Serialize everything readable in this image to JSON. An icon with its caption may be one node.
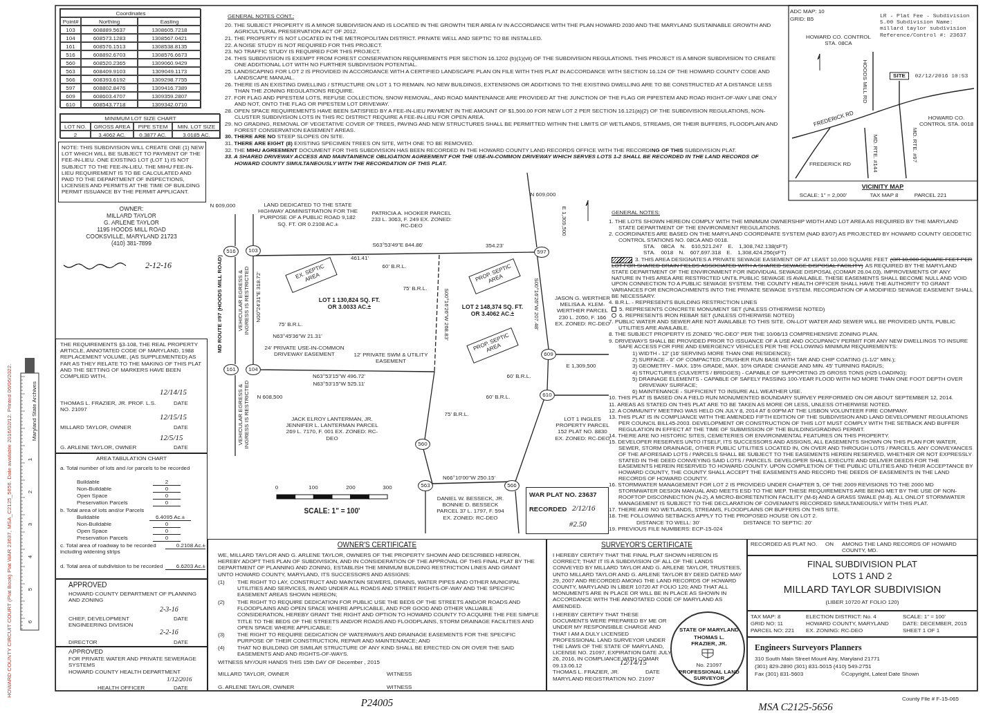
{
  "diagram": {
    "nodes": [
      {
        "text": [
          "Coordinates",
          "Point#",
          "Northing",
          "Easting",
          "103",
          "608889.5637",
          "1308605.7218",
          "104",
          "608573.1283",
          "1308567.0421",
          "161",
          "608576.1513",
          "1308538.8135",
          "516",
          "608892.6703",
          "1308576.6673",
          "560",
          "608520.2365",
          "1309060.9429",
          "563",
          "608409.9103",
          "1309049.1173",
          "566",
          "608393.6192",
          "1309298.7755",
          "597",
          "608802.8476",
          "1309416.7389",
          "609",
          "608603.4707",
          "1309359.2807",
          "610",
          "608543.7718",
          "1309342.0710"
        ]
      },
      {
        "text": [
          "MINIMUM LOT SIZE CHART",
          "LOT NO.",
          "GROSS AREA",
          "PIPE STEM",
          "MIN. LOT SIZE",
          "2",
          "3.4062 AC.",
          "0.3877 AC.",
          "3.0185 AC."
        ]
      },
      {
        "text": [
          "EX. SEPTIC AREA"
        ]
      },
      {
        "text": [
          "PROP. SEPTIC AREA"
        ]
      },
      {
        "text": [
          "PROP. SEPTIC AREA"
        ]
      },
      {
        "text": [
          "516"
        ]
      },
      {
        "text": [
          "103"
        ]
      },
      {
        "text": [
          "597"
        ]
      },
      {
        "text": [
          "609"
        ]
      },
      {
        "text": [
          "161"
        ]
      },
      {
        "text": [
          "104"
        ]
      },
      {
        "text": [
          "610"
        ]
      },
      {
        "text": [
          "560"
        ]
      },
      {
        "text": [
          "563"
        ]
      },
      {
        "text": [
          "566"
        ]
      },
      {
        "text": [
          "WAR PLAT NO. 23637",
          "RECORDED",
          "2/12/16",
          "#2.50"
        ]
      },
      {
        "text": [
          "NOTE: THIS SUBDIVISION WILL CREATE ONE (1) NEW LOT WHICH WILL BE SUBJECT TO PAYMENT OF THE FEE-IN-LIEU. ONE EXISTING LOT (LOT 1) IS NOT SUBJECT TO THE FEE-IN-LIEU. THE MIHU FEE-IN-LIEU REQUIREMENT IS TO BE CALCULATED AND PAID TO THE DEPARTMENT OF INSPECTIONS, LICENSES AND PERMITS AT THE TIME OF BUILDING PERMIT ISSUANCE BY THE PERMIT APPLICANT."
        ]
      },
      {
        "text": [
          "THE REQUIREMENTS §3-108, THE REAL PROPERTY ARTICLE, ANNOTATED CODE OF MARYLAND, 1988 REPLACEMENT VOLUME, (AS SUPPLEMENTED) AS FAR AS THEY RELATE TO THE MAKING OF THIS PLAT AND THE SETTING OF MARKERS HAVE BEEN COMPLIED WITH.",
          "12/14/15",
          "THOMAS L. FRAZIER, JR. PROF. L.S. NO. 21097",
          "DATE",
          "12/15/15",
          "MILLARD TAYLOR, OWNER",
          "DATE",
          "12/5/15",
          "G. ARLENE TAYLOR, OWNER",
          "DATE"
        ]
      },
      {
        "text": [
          "AREA TABULATION CHART",
          "a. Total number of lots and /or parcels to be recorded",
          "Buildable",
          "2",
          "Non-Buildable",
          "0",
          "Open Space",
          "0",
          "Preservation Parcels",
          "0",
          "b. Total area of lots and/or Parcels",
          "Buildable",
          "6.4095 Ac.±",
          "Non-Buildable",
          "0",
          "Open Space",
          "0",
          "Preservation Parcels",
          "0",
          "c. Total area of roadway to be recorded including widening strips",
          "0.2108 Ac.±",
          "d. Total area of subdivision to be recorded",
          "6.6203 Ac.±"
        ]
      },
      {
        "text": [
          "APPROVED",
          "HOWARD COUNTY DEPARTMENT OF PLANNING AND ZONING",
          "2-3-16",
          "CHIEF, DEVELOPMENT ENGINEERING DIVISION",
          "DATE",
          "2-2-16",
          "DIRECTOR",
          "DATE"
        ]
      },
      {
        "text": [
          "APPROVED",
          "FOR PRIVATE WATER AND PRIVATE SEWERAGE SYSTEMS",
          "HOWARD COUNTY HEALTH DEPARTMENT",
          "1/12/2016",
          "HEALTH OFFICER",
          "DATE"
        ]
      },
      {
        "text": [
          "OWNER'S CERTIFICATE",
          "WE, MILLARD TAYLOR AND G. ARLENE TAYLOR, OWNERS OF THE PROPERTY SHOWN AND DESCRIBED HEREON, HEREBY ADOPT THIS PLAN OF SUBDIVISION, AND IN CONSIDERATION OF THE APPROVAL OF THIS FINAL PLAT BY THE DEPARTMENT OF PLANNING AND ZONING, ESTABLISH THE MINIMUM BUILDING RESTRICTION LINES AND GRANT UNTO HOWARD COUNTY, MARYLAND, ITS SUCCESSORS AND ASSIGNS:",
          "(1)",
          "THE RIGHT TO LAY, CONSTRUCT AND MAINTAIN SEWERS, DRAINS, WATER PIPES AND OTHER MUNICIPAL UTILITIES AND SERVICES, IN AND UNDER ALL ROADS AND STREET RIGHTS-OF-WAY AND THE SPECIFIC EASEMENT AREAS SHOWN HEREON;",
          "(2)",
          "THE RIGHT TO REQUIRE DEDICATION FOR PUBLIC USE THE BEDS OF THE STREETS AND/OR ROADS AND FLOODPLAINS AND OPEN SPACE WHERE APPLICABLE, AND FOR GOOD AND OTHER VALUABLE CONSIDERATION, HEREBY GRANT THE RIGHT AND OPTION TO HOWARD COUNTY TO ACQUIRE THE FEE SIMPLE TITLE TO THE BEDS OF THE STREETS AND/OR ROADS AND FLOODPLAINS, STORM DRAINAGE FACILITIES AND OPEN SPACE WHERE APPLICABLE;",
          "(3)",
          "THE RIGHT TO REQUIRE DEDICATION OF WATERWAYS AND DRAINAGE EASEMENTS FOR THE SPECIFIC PURPOSE OF THEIR CONSTRUCTION, REPAIR AND MAINTENANCE; AND",
          "(4)",
          "THAT NO BUILDING OR SIMILAR STRUCTURE OF ANY KIND SHALL BE ERECTED ON OR OVER THE SAID EASEMENTS AND AND RIGHTS-OF-WAYS.",
          "WITNESS MY/OUR HANDS THIS 15th DAY OF December , 2015",
          "MILLARD TAYLOR, OWNER",
          "G. ARLENE TAYLOR, OWNER",
          "WITNESS",
          "WITNESS"
        ]
      },
      {
        "text": [
          "SURVEYOR'S CERTIFICATE",
          "I HEREBY CERTIFY THAT THE FINAL PLAT SHOWN HEREON IS CORRECT; THAT IT IS A SUBDIVISION OF ALL OF THE LANDS CONVEYED BY MILLARD TAYLOR AND G. ARLENE TAYLOR, TRUSTEES, UNTO MILLARD TAYLOR AND G. ARLENE TAYLOR BY DEED DATED MAY 29, 2007 AND RECORDED AMONG THE LAND RECORDS OF HOWARD COUNTY, MARYLAND IN LIBER 10720 AT FOLIO 120; AND THAT ALL MONUMENTS ARE IN PLACE OR WILL BE IN PLACE AS SHOWN IN ACCORDANCE WITH THE ANNOTATED CODE OF MARYLAND AS AMENDED.",
          "I HEREBY CERTIFY THAT THESE DOCUMENTS WERE PREPARED BY ME OR UNDER MY RESPONSIBLE CHARGE AND THAT I AM A DULY LICENSED PROFESSIONAL LAND SURVEYOR UNDER THE LAWS OF THE STATE OF MARYLAND, LICENSE NO. 21097, EXPIRATION DATE JULY 26, 2016, IN COMPLIANCE WITH COMAR 09.13.06.12",
          "12/14/15",
          "THOMAS L. FRAZIER, JR.",
          "MARYLAND REGISTRATION NO. 21097",
          "DATE"
        ]
      },
      {
        "text": [
          "STATE OF MARYLAND",
          "THOMAS L. FRAZIER, JR.",
          "No. 21097",
          "PROFESSIONAL LAND SURVEYOR"
        ],
        "in": 22
      },
      {
        "text": [
          "RECORDED AS PLAT NO.",
          "ON",
          "AMONG THE LAND RECORDS OF HOWARD COUNTY, MD."
        ]
      },
      {
        "text": [
          "FINAL SUBDIVISION PLAT",
          "LOTS 1 AND 2",
          "MILLARD TAYLOR SUBDIVISION",
          "(LIBER 10720 AT FOLIO 120)"
        ]
      },
      {
        "text": [
          "TAX MAP: 8",
          "GRID NO: 11",
          "PARCEL NO: 221",
          "ELECTION DISTRICT: No. 4",
          "HOWARD COUNTY, MARYLAND",
          "EX. ZONING: RC-DEO",
          "SCALE: 1\" = 100'",
          "DATE: DECEMBER, 2015",
          "SHEET 1 OF 1"
        ]
      },
      {
        "text": [
          "Engineers Surveyors Planners",
          "310 South Main Street Mount Airy, Maryland 21771",
          "(301) 829-2890 (301) 831-5015 (410) 549-2751",
          "Fax (301) 831-5603",
          "©Copyright, Latest Date Shown"
        ]
      }
    ],
    "labels": [
      "MD ROUTE #97 (HOODS MILL ROAD)",
      "LAND DEDICATED TO THE STATE HIGHWAY ADMINISTRATION FOR THE PURPOSE OF A PUBLIC ROAD 9,182 SQ. FT. OR 0.2108 AC.±",
      "PATRICIA A. HOOKER PARCEL 233 L. 3063, F. 249 EX. ZONED: RC-DEO",
      "S63°53'49\"E 844.86'",
      "461.41'",
      "354.23'",
      "LOT 1 130,824 SQ. FT. OR 3.0033 AC.±",
      "LOT 2 148,374 SQ. FT. OR 3.4062 AC.±",
      "60' B.R.L.",
      "75' B.R.L.",
      "75' B.R.L.",
      "N63°45'36\"W 21.31'",
      "24' PRIVATE USE-IN-COMMON DRIVEWAY EASEMENT",
      "12' PRIVATE SWM & UTILITY EASEMENT",
      "N63°53'15\"W 496.72'",
      "N63°53'15\"W 525.11'",
      "60' B.R.L.",
      "75' B.R.L.",
      "60' B.R.L.",
      "JASON G. WERTHER MELISA A. KLEM-WERTHER PARCEL 230 L. 2050, F. 166 EX. ZONED: RC-DEO",
      "JACK ELROY LANTERMAN, JR. JENNIFER L. LANTERMAN PARCEL 269 L. 7170, F. 001 EX. ZONED: RC-DEO",
      "LOT 1 INGLES PROPERTY PARCEL 152 PLAT NO. 8830 EX. ZONED: RC-DEO",
      "DANIEL W. BESSECK, JR. BONNIE D. BESSECK PARCEL 37 L. 1797, F. 594 EX. ZONED: RC-DEO",
      "N66°10'00\"W 250.15'",
      "S00°16'26\"W 268.83'",
      "VEHICULAR EGRESS & INGRESS IS RESTRICTED",
      "VEHICULAR EGRESS & INGRESS IS RESTRICTED",
      "N 609,000",
      "N 609,000",
      "E 1,309,500",
      "N 608,500",
      "E 1,309,500",
      "0",
      "100",
      "200",
      "300",
      "SCALE: 1\" = 100'",
      "N00°24'31\"E 318.72'",
      "S00°16'26\"W 207.48'",
      "ADC MAP: 10",
      "GRID: B5",
      "HOWARD CO. CONTROL STA. 08CA",
      "LR - Plat Fee - Subdivision 5.00 Subdivision Name: millard taylor subdivision Reference/Control #: 23637",
      "SITE",
      "02/12/2016 10:53",
      "HOODS MILL RD",
      "HOWARD CO. CONTROL STA. 0018",
      "FREDERICK RD",
      "FREDERICK RD",
      "MD. RTE. #144",
      "MD. RTE. #97",
      "VICINITY MAP",
      "SCALE: 1\" = 2,000'",
      "TAX MAP 8",
      "PARCEL 221",
      "GENERAL NOTES CONT.:",
      "20. THE SUBJECT PROPERTY IS A MINOR SUBDIVISION AND IS LOCATED IN THE GROWTH TIER AREA IV IN ACCORDANCE WITH THE PLAN HOWARD 2030 AND THE MARYLAND SUSTAINABLE GROWTH AND AGRICULTURAL PRESERVATION ACT OF 2012.",
      "21. THE PROPERTY IS NOT LOCATED IN THE METROPOLITAN DISTRICT. PRIVATE WELL AND SEPTIC TO BE INSTALLED.",
      "22. A NOISE STUDY IS NOT REQUIRED FOR THIS PROJECT.",
      "23. NO TRAFFIC STUDY IS REQUIRED FOR THIS PROJECT.",
      "24. THIS SUBDIVISION IS EXEMPT FROM FOREST CONSERVATION REQUIREMENTS PER SECTION 16.1202 (b)(1)(vii) OF THE SUBDIVISION REGULATIONS. THIS PROJECT IS A MINOR SUBDIVISION TO CREATE ONE ADDITIONAL LOT WITH NO FURTHER SUBDIVISION POTENTIAL.",
      "25. LANDSCAPING FOR LOT 2 IS PROVIDED IN ACCORDANCE WITH A CERTIFIED LANDSCAPE PLAN ON FILE WITH THIS PLAT IN ACCORDANCE WITH SECTION 16.124 OF THE HOWARD COUNTY CODE AND LANDSCAPE MANUAL.",
      "26. THERE IS AN EXISTING DWELLING / STRUCTURE ON LOT 1 TO REMAIN. NO NEW BUILDINGS, EXTENSIONS OR ADDITIONS TO THE EXISTING DWELLING ARE TO BE CONSTRUCTED AT A DISTANCE LESS THAN THE ZONING REGULATIONS REQUIRE.",
      "27. FOR FLAG AND PIPESTEM LOTS, REFUSE COLLECTION, SNOW REMOVAL, AND ROAD MAINTENANCE ARE PROVIDED AT THE JUNCTION OF THE FLAG OR PIPESTEM AND ROAD RIGHT-OF-WAY LINE ONLY AND NOT, ONTO THE FLAG OR PIPESTEM LOT DRIVEWAY.",
      "28. OPEN SPACE REQUIREMENTS HAVE BEEN SATISFIED BY A FEE-IN-LIEU PAYMENT IN THE AMOUNT OF $1,500.00 FOR NEW LOT 2 PER SECTION 16.121(a)(2) OF THE SUBDIVISION REGULATIONS, NON-CLUSTER SUBDIVISION LOTS IN THIS RC DISTRICT REQUIRE A FEE-IN-LIEU FOR OPEN AREA.",
      "29. NO GRADING, REMOVAL OF VEGETATIVE COVER OF TREES, PAVING AND NEW STRUCTURES SHALL BE PERMITTED WITHIN THE LIMITS OF WETLANDS, STREAMS, OR THEIR BUFFERS, FLOODPLAIN AND FOREST CONSERVATION EASEMENT AREAS.",
      "**30. THERE ARE NO** STEEP SLOPES ON SITE.",
      "31. **THERE ARE EIGHT (8)** EXISTING SPECIMEN TREES ON SITE, WITH ONE TO BE REMOVED.",
      "32. THE **MIHU AGREEMENT** DOCUMENT FOR THIS SUBDIVISION HAS BEEN RECORDED IN THE HOWARD COUNTY LAND RECORDS OFFICE WITH THE RECORDI**NG OF THIS** SUBDIVISION PLAT.",
      "33. A SHARED DRIVEWAY ACCESS AND MAINTAINENCE OBLIGATION AGREEMENT FOR THE USE-IN-COMMON DRIVEWAY WHICH SERVES LOTS 1-2 SHALL BE RECORDED IN THE LAND RECORDS OF HOWARD COUNTY SIMULTANEOUSLY WITH THE RECORDATION OF THIS PLAT.",
      "GENERAL NOTES:",
      "1. THE LOTS SHOWN HEREON COMPLY WITH THE MINIMUM OWNERSHIP WIDTH AND LOT AREA AS REQUIRED BY THE MARYLAND STATE DEPARTMENT OF THE ENVIRONMENT REGULATIONS.",
      "2. COORDINATES ARE BASED ON THE MARYLAND COORDINATE SYSTEM (NAD 83/07) AS PROJECTED BY HOWARD COUNTY GEODETIC CONTROL STATIONS NO. 08CA AND 0018.",
      "STA. 08CA N. 610,521.247 E. 1,308,742.138(sFT)",
      "STA. 0018 N. 607,697.318 E. 1,308,424.256(sFT)",
      "3. THIS AREA DESIGNATES A PRIVATE SEWAGE EASEMENT OF AT LEAST 10,000 SQUARE FEET",
      "(OR 10,000 SQUARE FEET PER LOT FOR SHARED DRAIN FIELDS ASSOCIATED WITH A SHARED SEWAGE DISPOSAL FACILITY)",
      "AS REQUIRED BY THE MARYLAND STATE DEPARTMENT OF THE ENVIRONMENT FOR INDIVIDUAL SEWAGE DISPOSAL (COMAR 26.04.03). IMPROVEMENTS OF ANY NATURE IN THIS AREA ARE RESTRICTED UNTIL PUBLIC SEWAGE IS AVAILABLE. THESE EASEMENTS SHALL BECOME NULL AND VOID UPON CONNECTION TO A PUBLIC SEWAGE SYSTEM. THE COUNTY HEALTH OFFICER SHALL HAVE THE AUTHORITY TO GRANT VARIANCES FOR ENCROACHMENTS INTO THE PRIVATE SEWAGE SYSTEM. RECORDATION OF A MODIFIED SEWAGE EASEMENT SHALL BE NECESSARY.",
      "4. B.R.L. - REPRESENTS BUILDING RESTRICTION LINES",
      "5. REPRESENTS CONCRETE MONUMENT SET (UNLESS OTHERWISE NOTED)",
      "6. REPRESENTS IRON REBAR SET (UNLESS OTHERWISE NOTED)",
      "7. PUBLIC WATER AND SEWER ARE NOT AVAILABLE TO THIS SITE. ON-LOT WATER AND SEWER WILL BE PROVIDED UNTIL PUBLIC UTILITIES ARE AVAILABLE.",
      "8. THE SUBJECT PROPERTY IS ZONED \"RC-DEO\" PER THE 10/06/13 COMPREHENSIVE ZONING PLAN.",
      "9. DRIVEWAYS SHALL BE PROVIDED PRIOR TO ISSUANCE OF A USE AND OCCUPANCY PERMIT FOR ANY NEW DWELLINGS TO INSURE SAFE ACCESS FOR FIRE AND EMERGENCY VEHICLES PER THE FOLLOWING MINIMUM REQUIREMENTS:",
      "1) WIDTH - 12' (16' SERVING MORE THAN ONE RESIDENCE);",
      "2) SURFACE - 6\" OF COMPACTED CRUSHER RUN BASE WITH TAR AND CHIP COATING (1-1/2\" MIN.);",
      "3) GEOMETRY - MAX. 15% GRADE, MAX. 10% GRADE CHANGE AND MIN. 45' TURNING RADIUS;",
      "4) STRUCTURES (CULVERTS / BRIDGES) - CAPABLE OF SUPPORTING 25 GROSS TONS (H25 LOADING);",
      "5) DRAINAGE ELEMENTS - CAPABLE OF SAFELY PASSING 100-YEAR FLOOD WITH NO MORE THAN ONE FOOT DEPTH OVER DRIVEWAY SURFACE;",
      "6) MAINTENANCE - SUFFICIENT TO INSURE ALL WEATHER USE.",
      "10. THIS PLAT IS BASED ON A FIELD RUN MONUMENTED BOUNDARY SURVEY PERFORMED ON OR ABOUT SEPTEMBER 12, 2014.",
      "11. AREAS AS STATED ON THIS PLAT ARE TO BE TAKEN AS MORE OR LESS, UNLESS OTHERWISE NOTED.",
      "12. A COMMUNITY MEETING WAS HELD ON JULY 8, 2014 AT 6:00PM AT THE LISBON VOLUNTEER FIRE COMPANY.",
      "13. THIS PLAT IS IN COMPLIANCE WITH THE AMENDED FIFTH EDITION OF THE SUBDIVISION AND LAND DEVELOPMENT REGULATIONS PER COUNCIL BILL45-2003. DEVELOPMENT OR CONSTRUCTION OF THIS LOT MUST COMPLY WITH THE SETBACK AND BUFFER REGULATION IN EFFECT AT THE TIME OF SUBMISSION OF THE BUILDING/GRADING PERMIT.",
      "14. THERE ARE NO HISTORIC SITES, CEMETERIES OR ENVIRONMENTAL FEATURES ON THIS PROPERTY.",
      "15. DEVELOPER RESERVES UNTO ITSELF, ITS SUCCESSORS AND ASSIGNS, ALL EASEMENTS SHOWN ON THIS PLAN FOR WATER, SEWER, STORM DRAINAGE, OTHER PUBLIC UTILITIES LOCATED IN, ON OVER AND THROUGH LOTS / PARCELS. ANY CONVEYANCES OF THE AFORESAID LOTS / PARCELS SHALL BE SUBJECT TO THE EASEMENTS HEREIN RESERVED, WHETHER OR NOT EXPRESSLY STATED IN THE DEED CONVEYING SAID LOTS / PARCELS. DEVELOPER SHALL EXECUTE AND DELIVER DEEDS FOR THE EASEMENTS HEREIN RESERVED TO HOWARD COUNTY. UPON COMPLETION OF THE PUBLIC UTILITIES AND THEIR ACCEPTANCE BY HOWARD COUNTY, THE COUNTY SHALL ACCEPT THE EASEMENTS AND RECORD THE DEEDS OF EASEMENTS IN THE LAND RECORDS OF HOWARD COUNTY.",
      "16. STORMWATER MANAGEMENT FOR LOT 2 IS PROVIDED UNDER CHAPTER 5, OF THE 2009 REVISIONS TO THE 2000 MD STORMWATER DESIGN MANUAL AND MEETS ESD TO THE MEP. THESE REQUIREMENTS ARE BEING MET BY THE USE OF NON-ROOFTOP DISCONNECTION (N-2), A MICRO-BIORETENTION FACILITY (M-6) AND A GRASS SWALE (M-8). ALL ONLOT STORMWATER MANAGEMENT IS SUBJECT TO THE DECLARATION OF COVENANTS RECORDED SIMULTANEOUSLY WITH THIS PLAT.",
      "17. THERE ARE NO WETLANDS, STREAMS, FLOODPLAINS OR BUFFERS ON THIS SITE.",
      "18. THE FOLLOWING SETBACKS APPLY TO THE PROPOSED HOUSE ON LOT 2.",
      "DISTANCE TO WELL: 30'",
      "DISTANCE TO SEPTIC: 20'",
      "19. PREVIOUS FILE NUMBERS: ECP-15-024",
      "2-12-16",
      "OWNER:",
      "MILLARD TAYLOR",
      "G. ARLENE TAYLOR",
      "1195 HOODS MILL ROAD",
      "COOKSVILLE, MARYLAND 21723",
      "(410) 381-7899",
      "P24005",
      "MSA C2125-5656",
      "County File # F-15-065",
      "HOWARD COUNTY CIRCUIT COURT (Plat Book) Plat WAR 23637, MSA_C2125_5656. Date available 2016/02/12. Printed 06/06/2022.",
      "Maryland State Archives",
      "1",
      "2",
      "3",
      "4",
      "5",
      "6"
    ]
  }
}
